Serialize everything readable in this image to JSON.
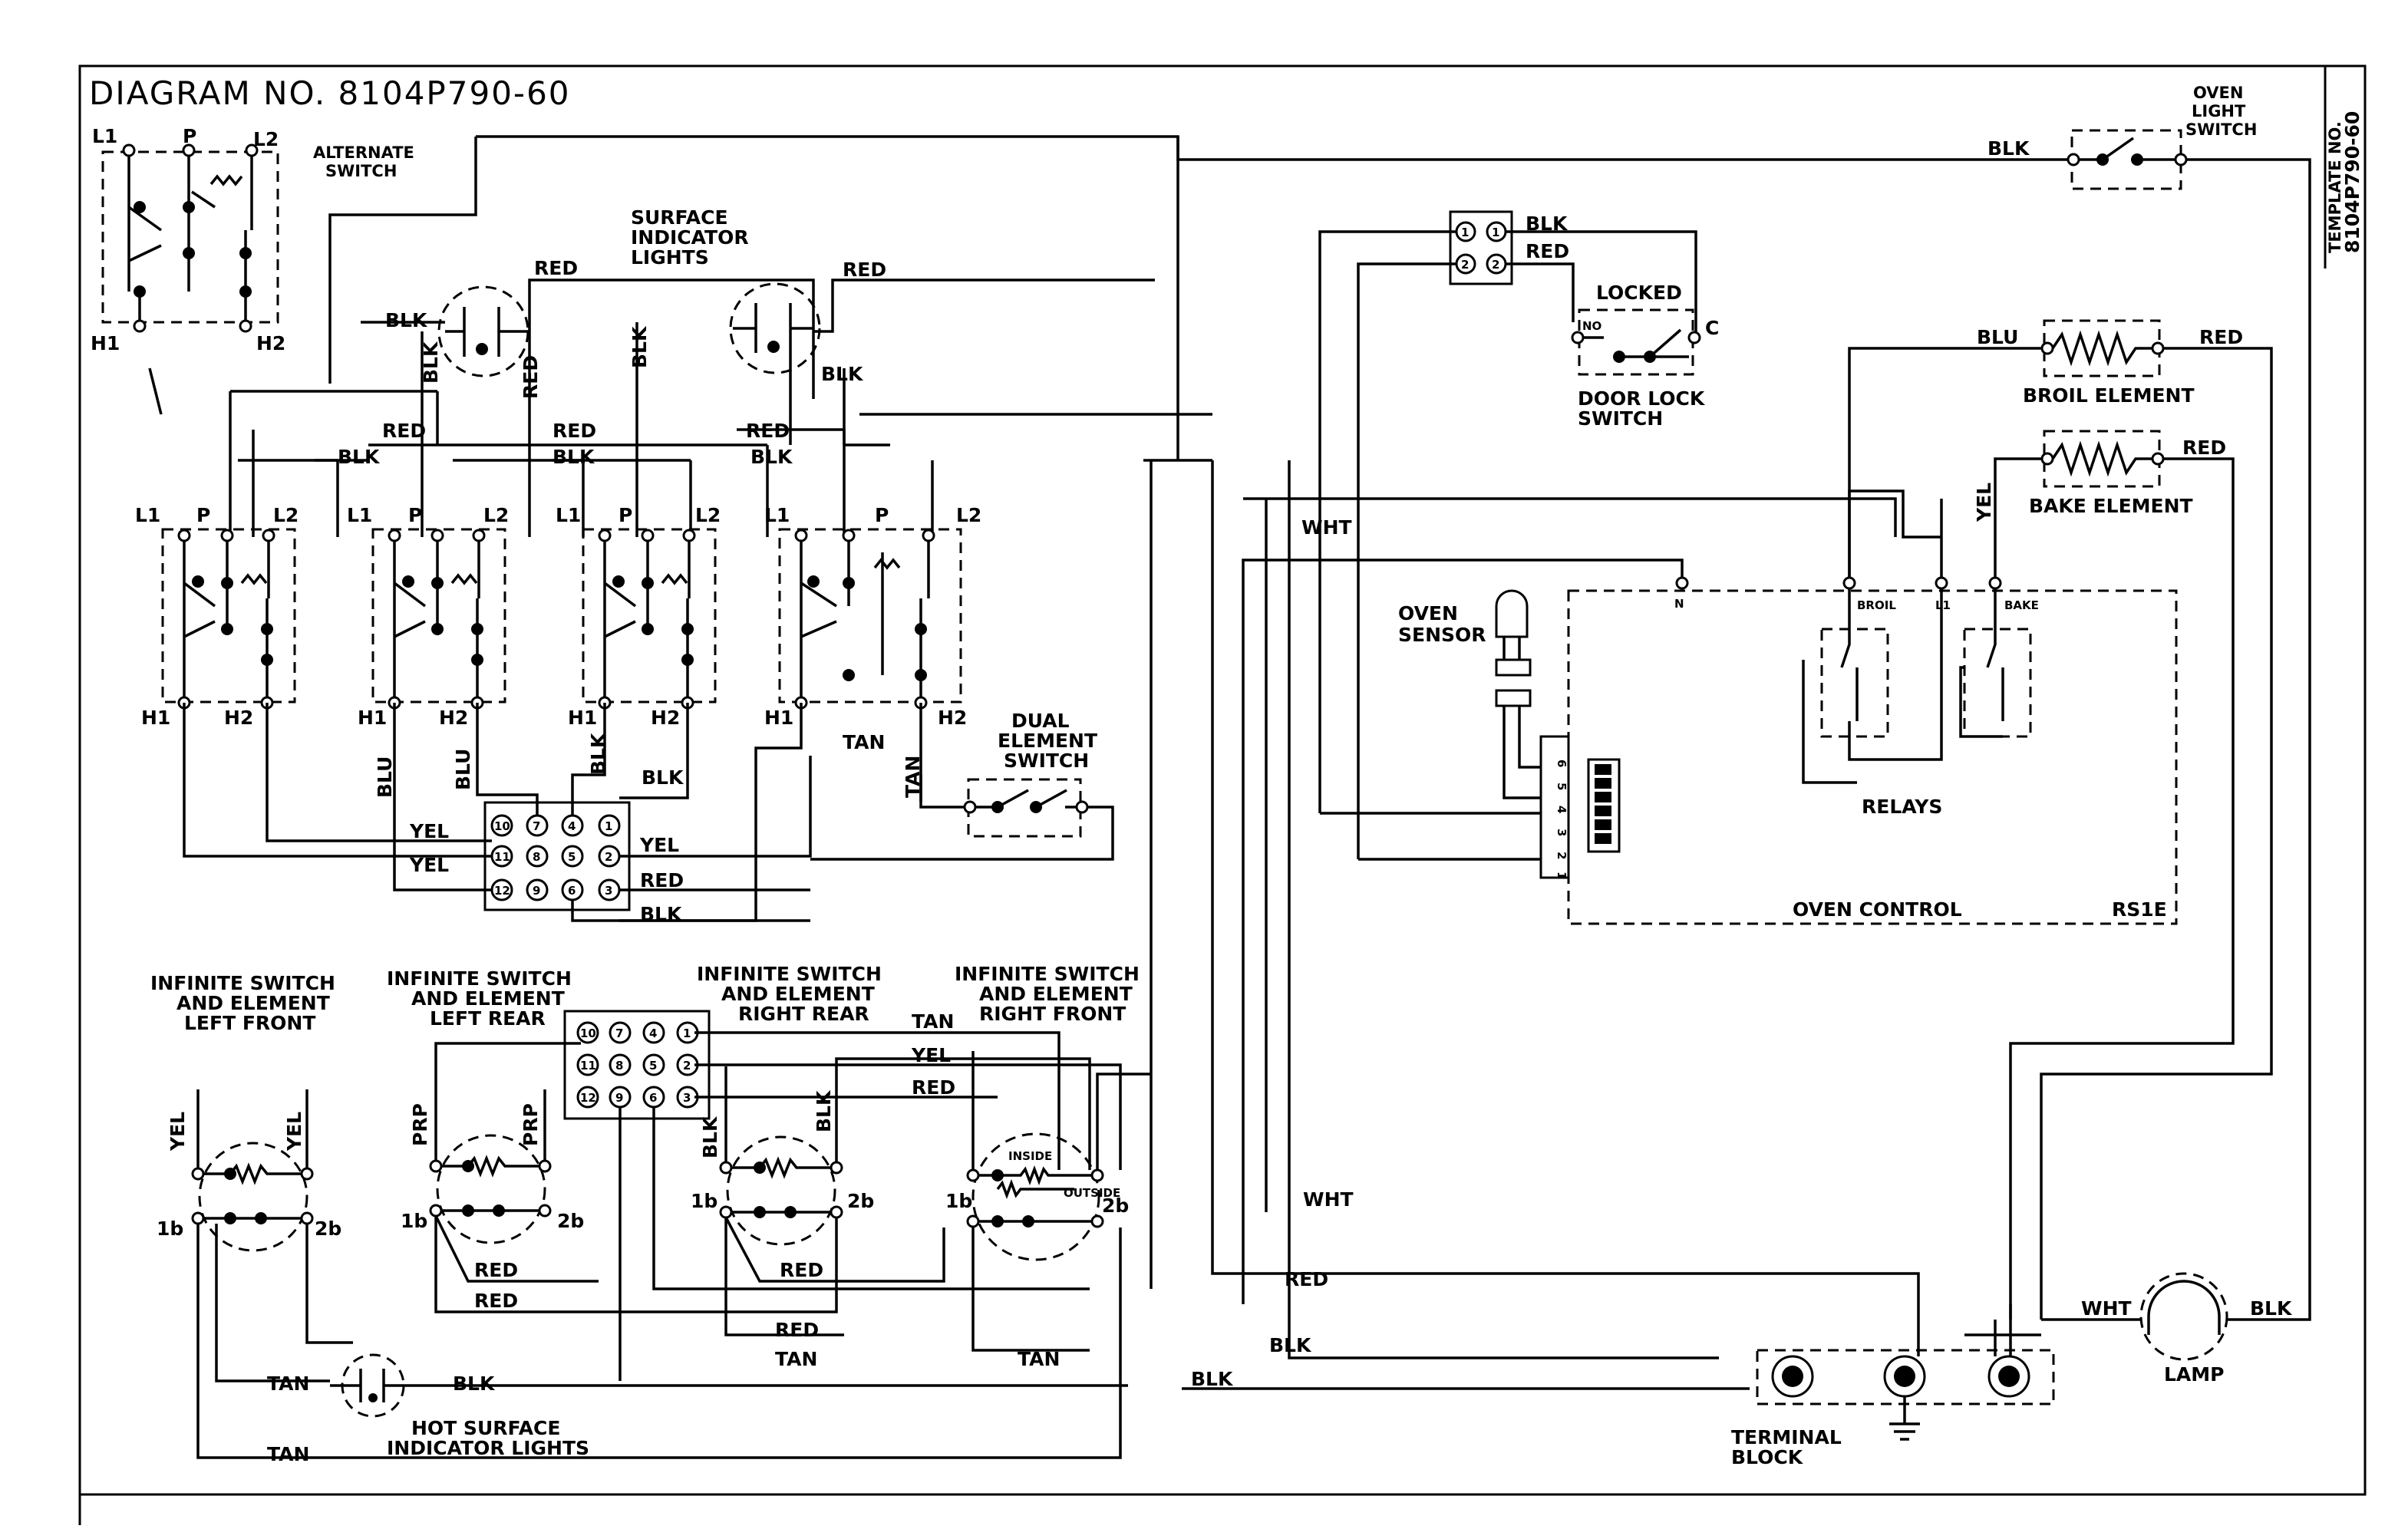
{
  "diagram": {
    "title": "DIAGRAM NO. 8104P790-60",
    "side_label": [
      "TEMPLATE NO.",
      "8104P790-60"
    ],
    "alternate_switch": [
      "ALTERNATE",
      "SWITCH"
    ],
    "surface_indicator_lights": [
      "SURFACE",
      "INDICATOR",
      "LIGHTS"
    ],
    "oven_light_switch": [
      "OVEN",
      "LIGHT",
      "SWITCH"
    ],
    "locked": "LOCKED",
    "door_lock_switch": [
      "DOOR LOCK",
      "SWITCH"
    ],
    "broil_element": "BROIL ELEMENT",
    "bake_element": "BAKE ELEMENT",
    "oven_sensor": [
      "OVEN",
      "SENSOR"
    ],
    "relays": "RELAYS",
    "oven_control": "OVEN CONTROL",
    "rs1e": "RS1E",
    "dual_element_switch": [
      "DUAL",
      "ELEMENT",
      "SWITCH"
    ],
    "infinite_lf": [
      "INFINITE SWITCH",
      "AND ELEMENT",
      "LEFT FRONT"
    ],
    "infinite_lr": [
      "INFINITE SWITCH",
      "AND ELEMENT",
      "LEFT REAR"
    ],
    "infinite_rr": [
      "INFINITE SWITCH",
      "AND ELEMENT",
      "RIGHT REAR"
    ],
    "infinite_rf": [
      "INFINITE SWITCH",
      "AND ELEMENT",
      "RIGHT FRONT"
    ],
    "hot_surface_lights": [
      "HOT SURFACE",
      "INDICATOR LIGHTS"
    ],
    "terminal_block": [
      "TERMINAL",
      "BLOCK"
    ],
    "lamp": "LAMP",
    "relay_tags": {
      "broil": "BROIL",
      "l1": "L1",
      "bake": "BAKE",
      "n": "N"
    },
    "door_tags": {
      "no": "NO",
      "c": "C"
    },
    "dual_inner": [
      "INSIDE",
      "OUTSIDE"
    ],
    "terminals": {
      "l1": "L1",
      "p": "P",
      "l2": "L2",
      "h1": "H1",
      "h2": "H2",
      "b1": "1b",
      "b2": "2b"
    },
    "plug_top": [
      "10",
      "7",
      "4",
      "1",
      "11",
      "8",
      "5",
      "2",
      "12",
      "9",
      "6",
      "3"
    ],
    "door_plug": [
      "1",
      "2",
      "1",
      "2"
    ],
    "sensor_plug": [
      "6",
      "5",
      "4",
      "3",
      "2",
      "1"
    ],
    "wires": {
      "blk": "BLK",
      "red": "RED",
      "blu": "BLU",
      "yel": "YEL",
      "tan": "TAN",
      "wht": "WHT",
      "prp": "PRP"
    }
  }
}
